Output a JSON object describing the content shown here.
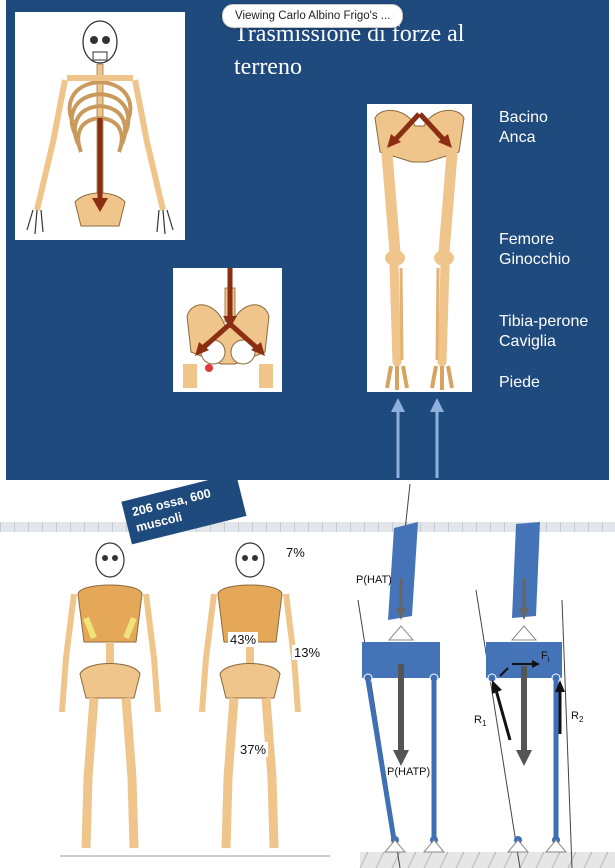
{
  "tooltip": {
    "text": "Viewing Carlo Albino Frigo's ..."
  },
  "slide1": {
    "title": "Trasmissione di forze al\nterreno",
    "labels": [
      "Bacino\nAnca",
      "Femore\nGinocchio",
      "Tibia-perone\nCaviglia",
      "Piede"
    ]
  },
  "slide2": {
    "badge": "206 ossa, 600 muscoli",
    "percentages": [
      "7%",
      "43%",
      "13%",
      "37%"
    ],
    "force_labels": {
      "p_hat": "P(HAT)",
      "p_hatp": "P(HATP)",
      "f_label": "F",
      "f_sub": "i",
      "r1": "R",
      "r1_sub": "1",
      "r2": "R",
      "r2_sub": "2"
    }
  },
  "colors": {
    "slide_bg": "#1f4a7d",
    "arrow": "#8b2e12",
    "bone": "#efc58c",
    "segment_blue": "#3f6fb5",
    "force_gray": "#555555"
  }
}
